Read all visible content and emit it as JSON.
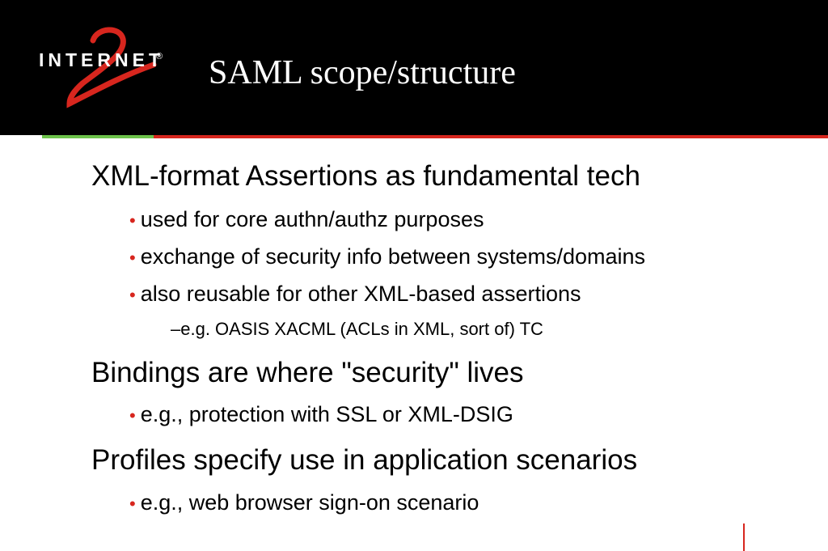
{
  "header": {
    "logo_word": "INTERNET",
    "logo_mark": "®",
    "title": "SAML scope/structure"
  },
  "body": {
    "p1": "XML-format Assertions as fundamental tech",
    "p1_b1": "used for core authn/authz purposes",
    "p1_b2": "exchange of security info between systems/domains",
    "p1_b3": "also reusable for other XML-based assertions",
    "p1_b3_sub": "e.g. OASIS XACML (ACLs in XML, sort of) TC",
    "p2": "Bindings are where \"security\" lives",
    "p2_b1": "e.g., protection with SSL or XML-DSIG",
    "p3": "Profiles specify use in application scenarios",
    "p3_b1": "e.g., web browser sign-on scenario"
  },
  "colors": {
    "header_bg": "#000000",
    "accent_red": "#d7261e",
    "accent_green": "#6cc24a"
  }
}
